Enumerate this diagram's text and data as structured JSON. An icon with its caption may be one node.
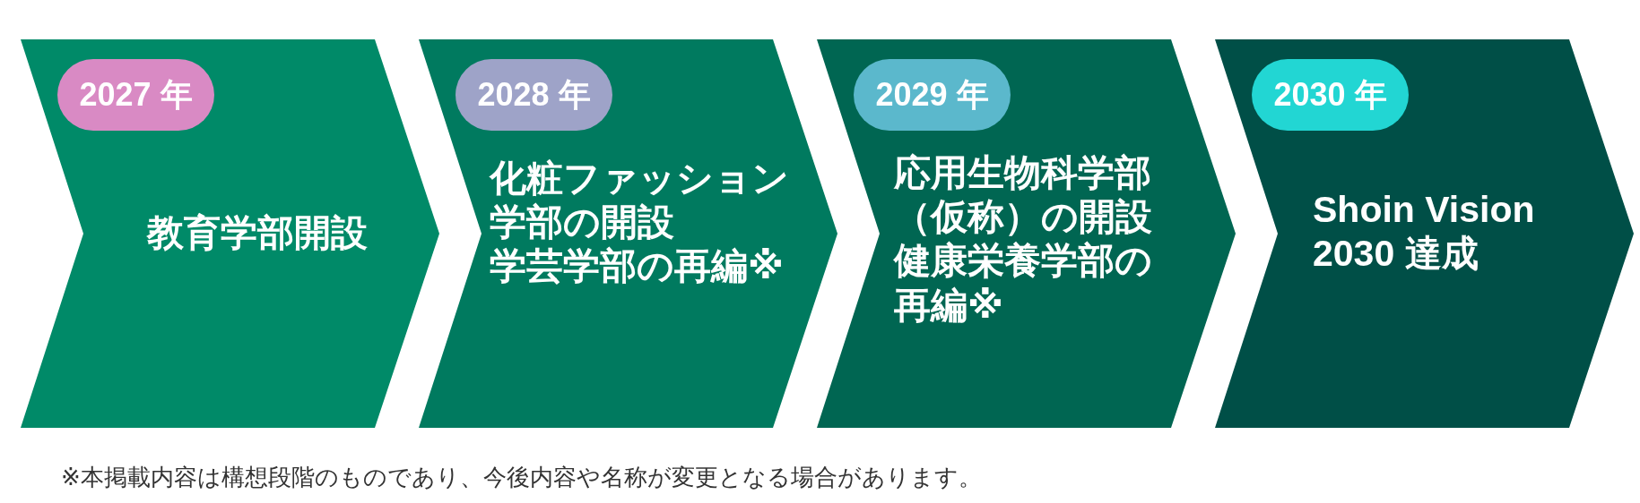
{
  "diagram": {
    "nodes": [
      {
        "text": [
          "教育学部開設"
        ]
      },
      {
        "text": [
          "2027 年"
        ],
        "in": 0
      },
      {
        "text": [
          "化粧ファッション学部の開設",
          "学芸学部の再編※"
        ]
      },
      {
        "text": [
          "2028 年"
        ],
        "in": 2
      },
      {
        "text": [
          "応用生物科学部（仮称）の開設",
          "健康栄養学部の再編※"
        ]
      },
      {
        "text": [
          "2029 年"
        ],
        "in": 4
      },
      {
        "text": [
          "Shoin Vision 2030 達成"
        ]
      },
      {
        "text": [
          "2030 年"
        ],
        "in": 6
      }
    ],
    "labels": [
      "※本掲載内容は構想段階のものであり、今後内容や名称が変更となる場合があります。"
    ]
  }
}
